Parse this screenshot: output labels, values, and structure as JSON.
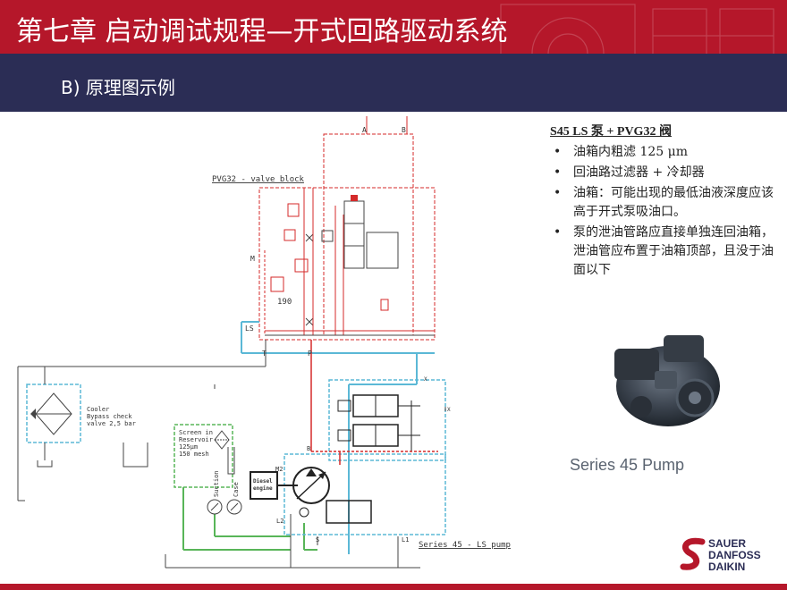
{
  "header": {
    "title": "第七章  启动调试规程—开式回路驱动系统"
  },
  "subheader": {
    "label": "B) 原理图示例"
  },
  "diagram": {
    "labels": {
      "a": "A",
      "b": "B",
      "valve_block": "PVG32 - valve block",
      "m": "M",
      "p190": "190",
      "ls": "LS",
      "t": "T",
      "p": "P",
      "x1": "X",
      "x2": "X",
      "cooler": "Cooler",
      "bypass1": "Bypass check",
      "bypass2": "valve 2,5 bar",
      "screen1": "Screen in",
      "screen2": "Reservoir",
      "screen3": "125µm",
      "screen4": "150 mesh",
      "m2": "M2",
      "b2": "B",
      "diesel1": "Diesel",
      "diesel2": "engine",
      "suction": "Suction",
      "case": "Case",
      "l2": "L2",
      "s": "S",
      "l1": "L1",
      "pump_series": "Series 45 - LS pump"
    }
  },
  "notes": {
    "heading": "S45 LS 泵 + PVG32 阀",
    "items": [
      "油箱内粗滤 125 μm",
      "回油路过滤器 + 冷却器",
      "油箱：可能出现的最低油液深度应该高于开式泵吸油口。",
      "泵的泄油管路应直接单独连回油箱，泄油管应布置于油箱顶部，且没于油面以下"
    ]
  },
  "pump": {
    "caption": "Series 45 Pump"
  },
  "logo": {
    "line1": "SAUER",
    "line2": "DANFOSS",
    "line3": "DAIKIN"
  },
  "colors": {
    "header_red": "#b5172a",
    "subbar_navy": "#2b2d55",
    "pressure_line": "#d42a2a",
    "return_line": "#5bb8d6",
    "suction_line": "#58b558"
  }
}
